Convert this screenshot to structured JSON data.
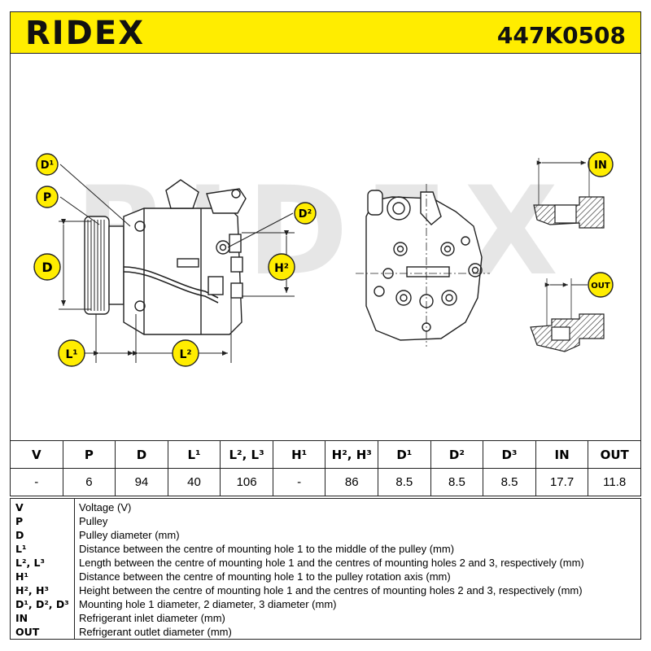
{
  "header": {
    "brand": "RIDEX",
    "part_number": "447K0508",
    "colors": {
      "accent": "#ffed00",
      "ink": "#111111"
    }
  },
  "drawing": {
    "watermark": "RIDEX",
    "callouts": {
      "d1": "D¹",
      "p": "P",
      "d": "D",
      "d2": "D²",
      "h2": "H²",
      "l1": "L¹",
      "l2": "L²",
      "in": "IN",
      "out": "OUT"
    }
  },
  "spec_table": {
    "headers": [
      "V",
      "P",
      "D",
      "L¹",
      "L², L³",
      "H¹",
      "H², H³",
      "D¹",
      "D²",
      "D³",
      "IN",
      "OUT"
    ],
    "values": [
      "-",
      "6",
      "94",
      "40",
      "106",
      "-",
      "86",
      "8.5",
      "8.5",
      "8.5",
      "17.7",
      "11.8"
    ]
  },
  "legend": [
    {
      "key": "V",
      "desc": "Voltage (V)"
    },
    {
      "key": "P",
      "desc": "Pulley"
    },
    {
      "key": "D",
      "desc": "Pulley diameter (mm)"
    },
    {
      "key": "L¹",
      "desc": "Distance between the centre of mounting hole 1 to the middle of the pulley (mm)"
    },
    {
      "key": "L², L³",
      "desc": "Length between the centre of mounting hole 1 and the centres of mounting holes 2 and 3, respectively (mm)"
    },
    {
      "key": "H¹",
      "desc": "Distance between the centre of mounting hole 1 to the pulley rotation axis (mm)"
    },
    {
      "key": "H², H³",
      "desc": "Height between the centre of mounting hole 1 and the centres of mounting holes 2 and 3, respectively (mm)"
    },
    {
      "key": "D¹, D², D³",
      "desc": "Mounting hole 1 diameter, 2 diameter, 3 diameter (mm)"
    },
    {
      "key": "IN",
      "desc": "Refrigerant inlet diameter (mm)"
    },
    {
      "key": "OUT",
      "desc": "Refrigerant outlet diameter (mm)"
    }
  ]
}
